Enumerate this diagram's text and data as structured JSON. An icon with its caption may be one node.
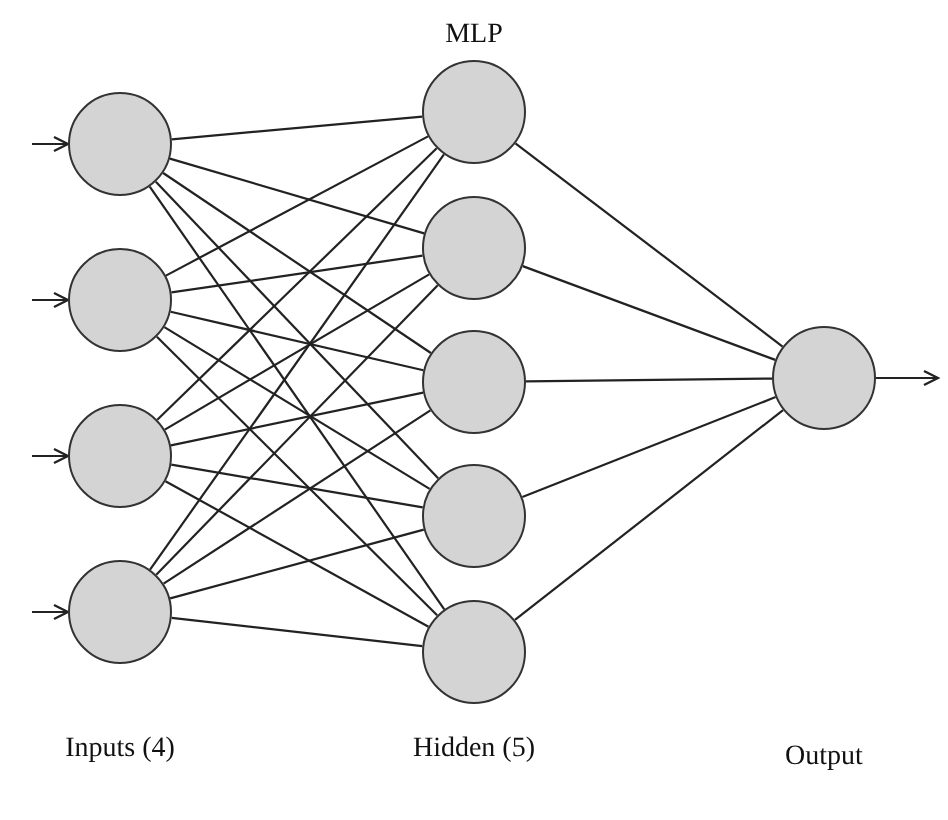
{
  "diagram": {
    "title": "MLP",
    "nodes": [
      {
        "text": [],
        "shape": "circle"
      },
      {
        "text": [],
        "shape": "circle"
      },
      {
        "text": [],
        "shape": "circle"
      },
      {
        "text": [],
        "shape": "circle"
      },
      {
        "text": [],
        "shape": "circle"
      },
      {
        "text": [],
        "shape": "circle"
      },
      {
        "text": [],
        "shape": "circle"
      },
      {
        "text": [],
        "shape": "circle"
      },
      {
        "text": [],
        "shape": "circle"
      },
      {
        "text": [],
        "shape": "circle"
      }
    ],
    "edges": [
      {
        "from": null,
        "to": 0,
        "arrow": "to"
      },
      {
        "from": null,
        "to": 1,
        "arrow": "to"
      },
      {
        "from": null,
        "to": 2,
        "arrow": "to"
      },
      {
        "from": null,
        "to": 3,
        "arrow": "to"
      },
      {
        "from": 0,
        "to": 4,
        "arrow": "none"
      },
      {
        "from": 0,
        "to": 5,
        "arrow": "none"
      },
      {
        "from": 0,
        "to": 6,
        "arrow": "none"
      },
      {
        "from": 0,
        "to": 7,
        "arrow": "none"
      },
      {
        "from": 0,
        "to": 8,
        "arrow": "none"
      },
      {
        "from": 1,
        "to": 4,
        "arrow": "none"
      },
      {
        "from": 1,
        "to": 5,
        "arrow": "none"
      },
      {
        "from": 1,
        "to": 6,
        "arrow": "none"
      },
      {
        "from": 1,
        "to": 7,
        "arrow": "none"
      },
      {
        "from": 1,
        "to": 8,
        "arrow": "none"
      },
      {
        "from": 2,
        "to": 4,
        "arrow": "none"
      },
      {
        "from": 2,
        "to": 5,
        "arrow": "none"
      },
      {
        "from": 2,
        "to": 6,
        "arrow": "none"
      },
      {
        "from": 2,
        "to": 7,
        "arrow": "none"
      },
      {
        "from": 2,
        "to": 8,
        "arrow": "none"
      },
      {
        "from": 3,
        "to": 4,
        "arrow": "none"
      },
      {
        "from": 3,
        "to": 5,
        "arrow": "none"
      },
      {
        "from": 3,
        "to": 6,
        "arrow": "none"
      },
      {
        "from": 3,
        "to": 7,
        "arrow": "none"
      },
      {
        "from": 3,
        "to": 8,
        "arrow": "none"
      },
      {
        "from": 4,
        "to": 9,
        "arrow": "none"
      },
      {
        "from": 5,
        "to": 9,
        "arrow": "none"
      },
      {
        "from": 6,
        "to": 9,
        "arrow": "none"
      },
      {
        "from": 7,
        "to": 9,
        "arrow": "none"
      },
      {
        "from": 8,
        "to": 9,
        "arrow": "none"
      },
      {
        "from": 9,
        "to": null,
        "arrow": "to"
      }
    ],
    "labels": [
      "Inputs (4)",
      "Hidden (5)",
      "Output"
    ]
  }
}
